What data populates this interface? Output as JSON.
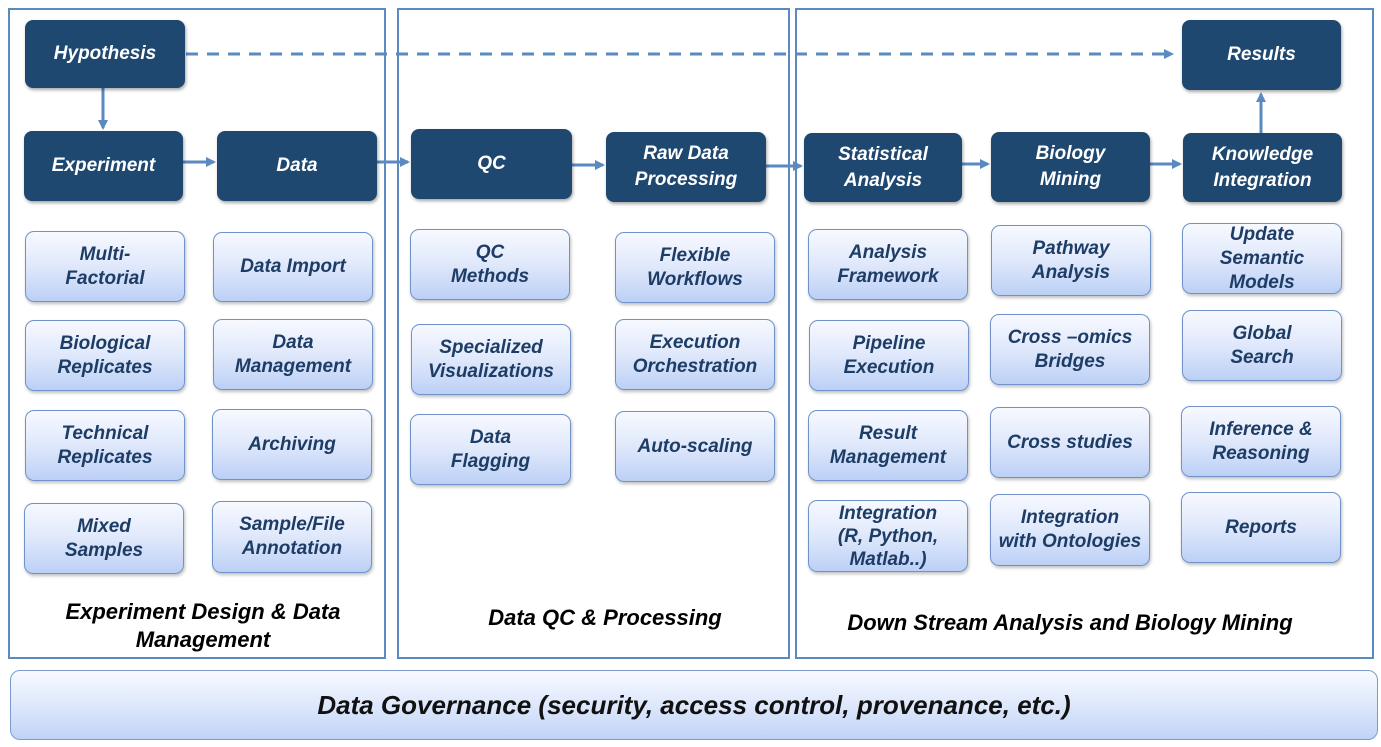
{
  "sections": [
    {
      "title": "Experiment Design & Data\nManagement"
    },
    {
      "title": "Data QC & Processing"
    },
    {
      "title": "Down Stream Analysis and Biology Mining"
    }
  ],
  "flow": {
    "hypothesis": "Hypothesis",
    "results": "Results",
    "experiment": "Experiment",
    "data": "Data",
    "qc": "QC",
    "raw_data_processing": "Raw Data\nProcessing",
    "statistical_analysis": "Statistical\nAnalysis",
    "biology_mining": "Biology\nMining",
    "knowledge_integration": "Knowledge\nIntegration"
  },
  "items": {
    "experiment": [
      "Multi-\nFactorial",
      "Biological\nReplicates",
      "Technical\nReplicates",
      "Mixed\nSamples"
    ],
    "data": [
      "Data Import",
      "Data\nManagement",
      "Archiving",
      "Sample/File\nAnnotation"
    ],
    "qc": [
      "QC\nMethods",
      "Specialized\nVisualizations",
      "Data\nFlagging"
    ],
    "raw": [
      "Flexible\nWorkflows",
      "Execution\nOrchestration",
      "Auto-scaling"
    ],
    "statistical": [
      "Analysis\nFramework",
      "Pipeline\nExecution",
      "Result\nManagement",
      "Integration\n(R, Python,\nMatlab..)"
    ],
    "biology": [
      "Pathway\nAnalysis",
      "Cross –omics\nBridges",
      "Cross studies",
      "Integration\nwith Ontologies"
    ],
    "knowledge": [
      "Update\nSemantic Models",
      "Global\nSearch",
      "Inference &\nReasoning",
      "Reports"
    ]
  },
  "governance": "Data Governance (security, access control, provenance, etc.)",
  "colors": {
    "dark_box": "#1f4870",
    "panel_border": "#5b8ac0",
    "arrow": "#5b8ac0",
    "light_text": "#1d3d66"
  }
}
